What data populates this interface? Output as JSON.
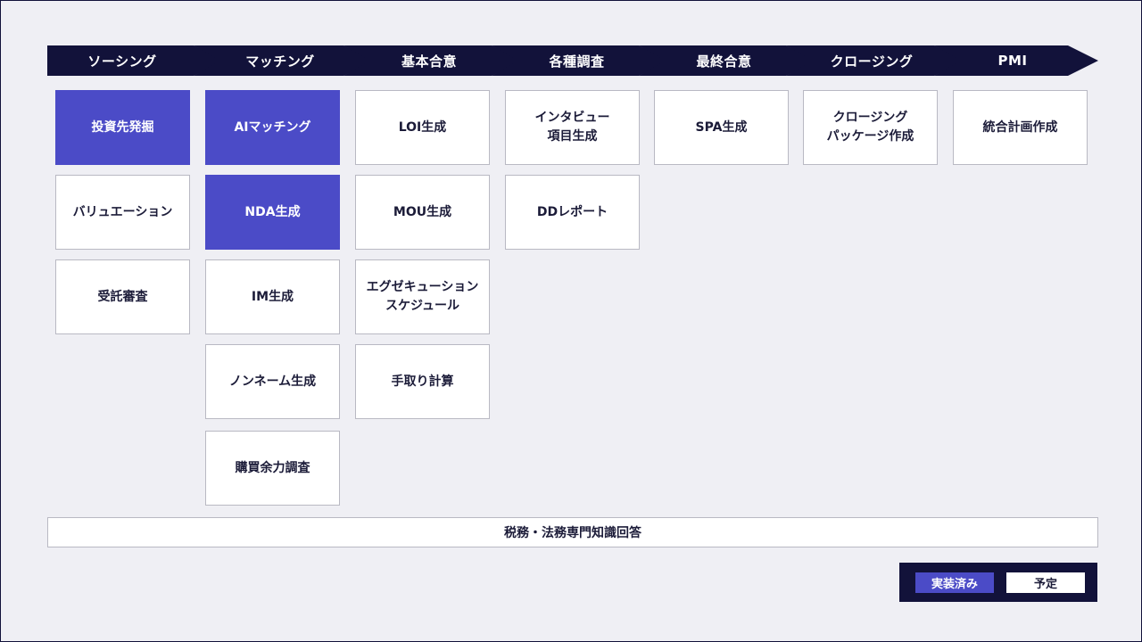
{
  "phases": [
    {
      "label": "ソーシング"
    },
    {
      "label": "マッチング"
    },
    {
      "label": "基本合意"
    },
    {
      "label": "各種調査"
    },
    {
      "label": "最終合意"
    },
    {
      "label": "クロージング"
    },
    {
      "label": "PMI"
    }
  ],
  "columns": [
    {
      "cards": [
        {
          "label": "投資先発掘",
          "status": "implemented"
        },
        {
          "label": "バリュエーション",
          "status": "planned"
        },
        {
          "label": "受託審査",
          "status": "planned"
        }
      ]
    },
    {
      "cards": [
        {
          "label": "AIマッチング",
          "status": "implemented"
        },
        {
          "label": "NDA生成",
          "status": "implemented"
        },
        {
          "label": "IM生成",
          "status": "planned"
        },
        {
          "label": "ノンネーム生成",
          "status": "planned"
        },
        {
          "label": "購買余力調査",
          "status": "planned"
        }
      ]
    },
    {
      "cards": [
        {
          "label": "LOI生成",
          "status": "planned"
        },
        {
          "label": "MOU生成",
          "status": "planned"
        },
        {
          "label": "エグゼキューション\nスケジュール",
          "status": "planned"
        },
        {
          "label": "手取り計算",
          "status": "planned"
        }
      ]
    },
    {
      "cards": [
        {
          "label": "インタビュー\n項目生成",
          "status": "planned"
        },
        {
          "label": "DDレポート",
          "status": "planned"
        }
      ]
    },
    {
      "cards": [
        {
          "label": "SPA生成",
          "status": "planned"
        }
      ]
    },
    {
      "cards": [
        {
          "label": "クロージング\nパッケージ作成",
          "status": "planned"
        }
      ]
    },
    {
      "cards": [
        {
          "label": "統合計画作成",
          "status": "planned"
        }
      ]
    }
  ],
  "common_bar": {
    "label": "税務・法務専門知識回答"
  },
  "legend": {
    "implemented_label": "実装済み",
    "planned_label": "予定"
  },
  "colors": {
    "navy": "#12123a",
    "implemented": "#4b4bc7",
    "planned": "#ffffff",
    "background": "#efeff4"
  }
}
